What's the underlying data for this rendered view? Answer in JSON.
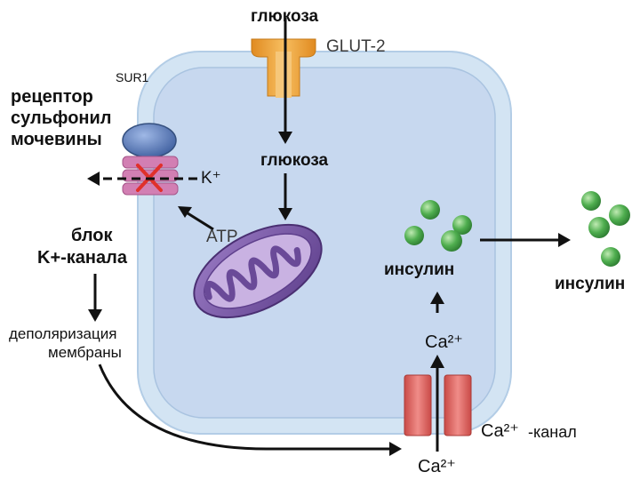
{
  "labels": {
    "glucose_top": "глюкоза",
    "glut2": "GLUT-2",
    "sur1": "SUR1",
    "receptor": [
      "рецептор",
      "сульфонил",
      "мочевины"
    ],
    "k_plus": "K⁺",
    "glucose_inside": "глюкоза",
    "atp": "ATP",
    "block": [
      "блок",
      "K+-канала"
    ],
    "depolarization": [
      "деполяризация",
      "мембраны"
    ],
    "insulin_inside": "инсулин",
    "insulin_outside": "инсулин",
    "ca_inside": "Ca²⁺",
    "ca_channel_ion": "Ca²⁺",
    "ca_channel_suffix": "-канал",
    "ca_bottom": "Ca²⁺"
  },
  "colors": {
    "cell_outer": "#d3e4f3",
    "cell_inner": "#c7d8ef",
    "glut2": "#f2a23a",
    "sur1": "#5b7ebf",
    "k_channel": "#d27fb3",
    "block_mark": "#e0302b",
    "mitochondrion": "#7b5aa6",
    "insulin": "#4fae4f",
    "ca_channel": "#e06a66"
  }
}
